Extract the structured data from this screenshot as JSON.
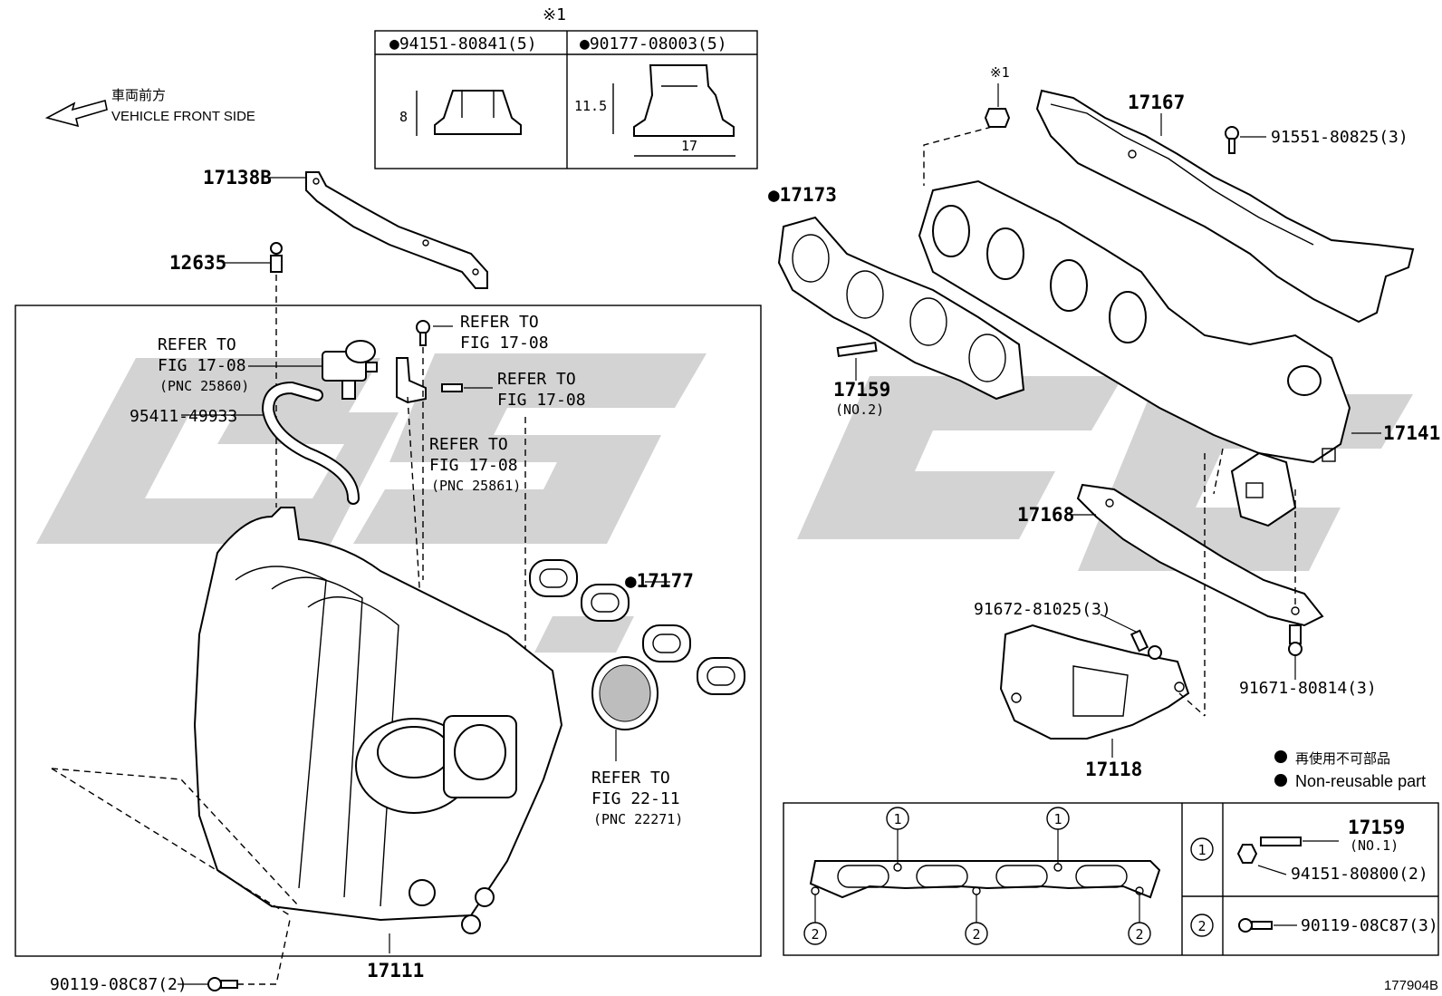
{
  "nut_table": {
    "marker": "※1",
    "left_header": "●94151-80841(5)",
    "right_header": "●90177-08003(5)",
    "left_dim": "8",
    "right_dim_h": "11.5",
    "right_dim_w": "17"
  },
  "front_label": {
    "jp": "車両前方",
    "en": "VEHICLE FRONT SIDE"
  },
  "callouts": {
    "p17138b": "17138B",
    "p12635": "12635",
    "refer_25860": [
      "REFER TO",
      "FIG 17-08",
      "(PNC 25860)"
    ],
    "p95411": "95411-49933",
    "refer_a": [
      "REFER TO",
      "FIG 17-08"
    ],
    "refer_b": [
      "REFER TO",
      "FIG 17-08"
    ],
    "refer_25861": [
      "REFER TO",
      "FIG 17-08",
      "(PNC 25861)"
    ],
    "p17177": "●17177",
    "refer_22271": [
      "REFER TO",
      "FIG 22-11",
      "(PNC 22271)"
    ],
    "p17111": "17111",
    "p90119_left": "90119-08C87(2)",
    "p17173": "●17173",
    "p17159_no2": [
      "17159",
      "(NO.2)"
    ],
    "marker1": "※1",
    "p17167": "17167",
    "p91551": "91551-80825(3)",
    "p17141": "17141",
    "p17168": "17168",
    "p91672": "91672-81025(3)",
    "p91671": "91671-80814(3)",
    "p17118": "17118"
  },
  "legend": {
    "jp": "再使用不可部品",
    "en": "Non-reusable part"
  },
  "inset": {
    "circle1": "1",
    "circle2": "2",
    "p17159_no1": [
      "17159",
      "(NO.1)"
    ],
    "p94151": "94151-80800(2)",
    "p90119": "90119-08C87(3)"
  },
  "figure_id": "177904B"
}
